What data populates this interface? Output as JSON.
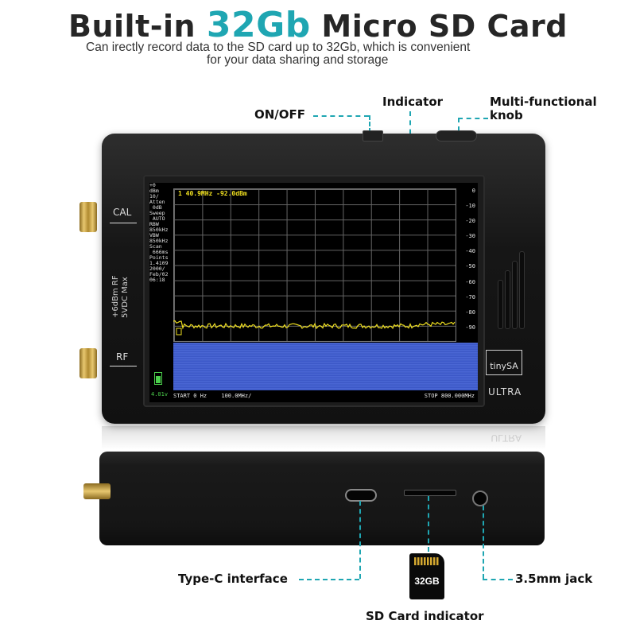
{
  "header": {
    "title_pre": "Built-in",
    "title_accent": "32Gb",
    "title_post": "Micro SD Card",
    "subtitle_line1": "Can irectly record data to the SD card up to 32Gb, which is convenient",
    "subtitle_line2": "for your data sharing and storage"
  },
  "callouts": {
    "on_off": "ON/OFF",
    "indicator": "Indicator",
    "knob_line1": "Multi-functional",
    "knob_line2": "knob",
    "type_c": "Type-C interface",
    "jack": "3.5mm jack",
    "sd_indicator": "SD Card indicator"
  },
  "device": {
    "cal_label": "CAL",
    "rf_label": "RF",
    "port_spec_line1": "+6dBm RF",
    "port_spec_line2": "5VDC Max",
    "logo": "tinySA",
    "model": "ULTRA",
    "sd_capacity": "32GB"
  },
  "screen": {
    "marker": "1  40.9MHz -92.0dBm",
    "left_info": [
      "+0",
      "dBm",
      "10/",
      "Atten",
      " 0dB",
      "Sweep",
      " AUTO",
      "RBW",
      "850kHz",
      "VBW",
      "850kHz",
      "Scan",
      " 666ms",
      "Points",
      "1.4109",
      "2000/",
      "Feb/02",
      "06:18"
    ],
    "y_ticks": [
      "0",
      "-10",
      "-20",
      "-30",
      "-40",
      "-50",
      "-60",
      "-70",
      "-80",
      "-90"
    ],
    "start": "START 0 Hz",
    "span": "100.0MHz/",
    "stop": "STOP 800.000MHz",
    "voltage": "4.01v"
  },
  "colors": {
    "accent": "#1fa6b2",
    "trace": "#f0e020",
    "waterfall": "#3a55c8"
  }
}
